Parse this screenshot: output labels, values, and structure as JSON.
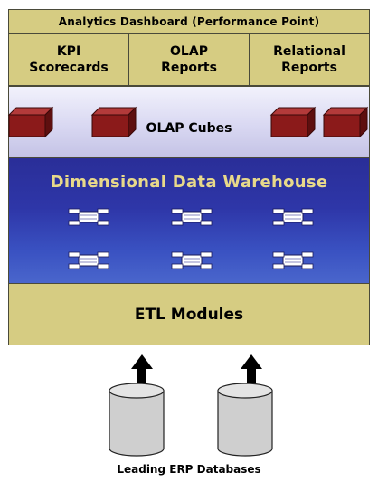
{
  "dashboard": {
    "title": "Analytics Dashboard (Performance Point)"
  },
  "reports": [
    {
      "label": "KPI\nScorecards"
    },
    {
      "label": "OLAP\nReports"
    },
    {
      "label": "Relational\nReports"
    }
  ],
  "cubes": {
    "label": "OLAP Cubes",
    "count": 4
  },
  "warehouse": {
    "title": "Dimensional Data Warehouse",
    "schema_count": 6
  },
  "etl": {
    "label": "ETL Modules"
  },
  "sources": {
    "label": "Leading ERP Databases",
    "database_count": 2,
    "arrow_count": 2
  },
  "colors": {
    "layer_tan": "#d6cc82",
    "cube_front": "#8b1a1a",
    "cube_top": "#b33a3a",
    "cube_side": "#5e0f0f",
    "warehouse_blue": "#2e36a8",
    "warehouse_title": "#e8d98a",
    "database_gray": "#cfcfcf"
  }
}
